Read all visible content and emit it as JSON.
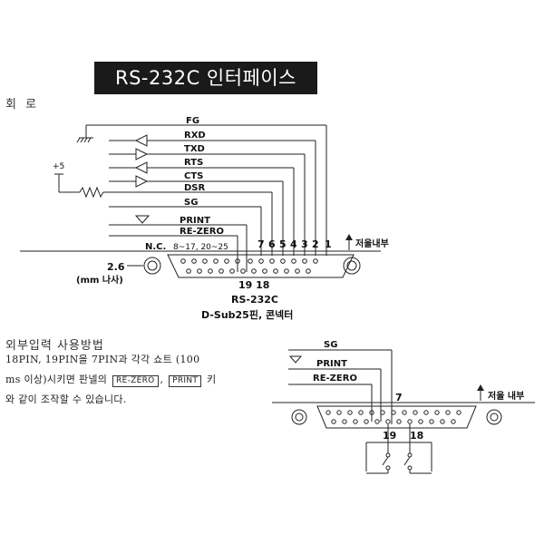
{
  "title": "RS-232C 인터페이스",
  "section_circuit": "회 로",
  "section_external": "외부입력 사용방법",
  "external_desc": {
    "line1": "18PIN, 19PIN을 7PIN과 각각 쇼트 (100",
    "line2_a": "ms 이상)시키면 판넬의",
    "key_rezero": "RE-ZERO",
    "comma": ",",
    "key_print": "PRINT",
    "line2_b": "키",
    "line3": "와 같이 조작할 수 있습니다."
  },
  "circuit": {
    "signals": [
      "FG",
      "RXD",
      "TXD",
      "RTS",
      "CTS",
      "DSR",
      "SG",
      "PRINT",
      "RE-ZERO"
    ],
    "plus5": "+5",
    "nc_label": "N.C.",
    "nc_pins": "8~17, 20~25",
    "pin_numbers": [
      "7",
      "6",
      "5",
      "4",
      "3",
      "2",
      "1"
    ],
    "bottom_pins": "19 18",
    "screw_size": "2.6",
    "screw_unit": "(mm 나사)",
    "scale_inside": "저울내부",
    "connector_name": "RS-232C",
    "connector_type": "D-Sub25핀, 콘넥터"
  },
  "external_diagram": {
    "signals": [
      "SG",
      "PRINT",
      "RE-ZERO"
    ],
    "pin7": "7",
    "pin19": "19",
    "pin18": "18",
    "scale_inside": "저울 내부"
  }
}
